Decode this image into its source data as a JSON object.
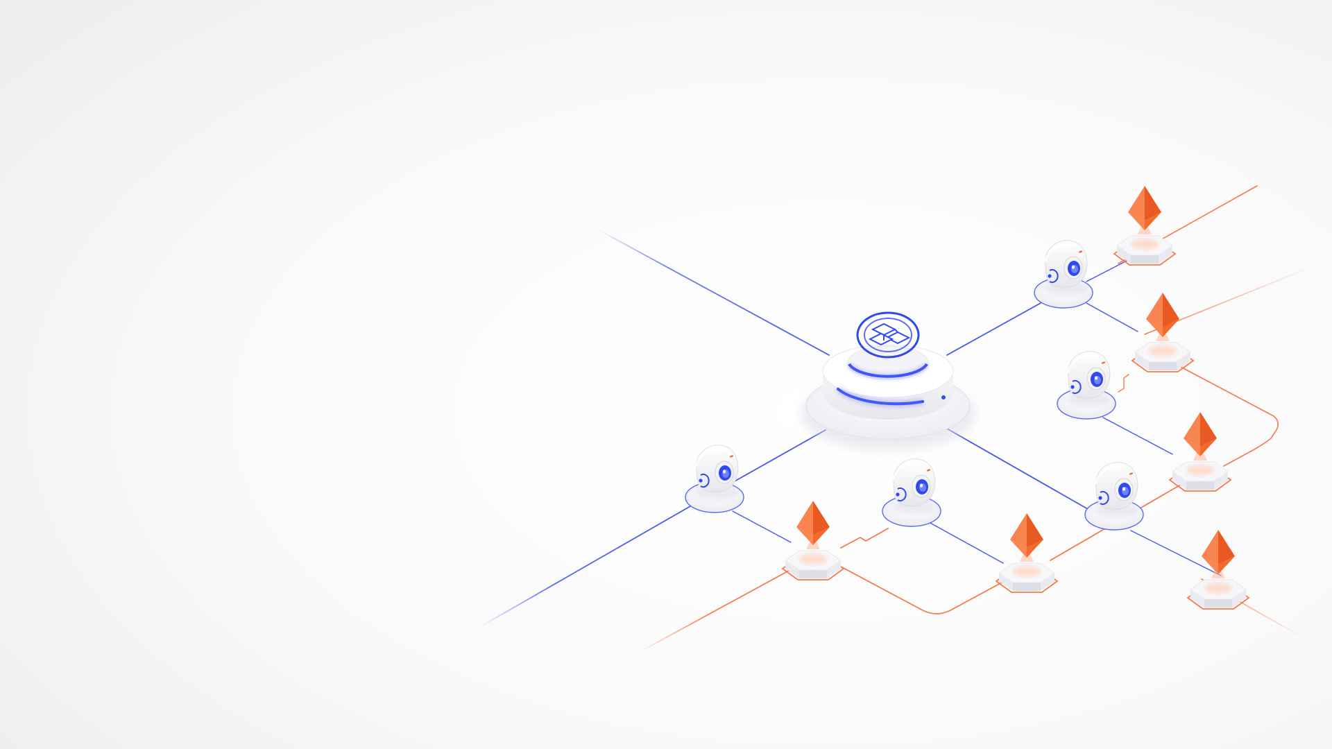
{
  "scene": {
    "background_light": "#ffffff",
    "background_shade": "#eeeeef",
    "colors": {
      "blue_line": "#4656ee",
      "orange_line": "#f47a4c",
      "blue_accent": "#2f48f0",
      "orange_accent": "#f26a2e",
      "orange_dark": "#d9531c",
      "device_white": "#fbfbfc",
      "device_shadow": "#e4e4ea"
    },
    "hub": {
      "icon": "network-hub-icon"
    },
    "cameras": [
      {
        "name": "camera-top",
        "icon": "security-camera-icon"
      },
      {
        "name": "camera-middle-right",
        "icon": "security-camera-icon"
      },
      {
        "name": "camera-left",
        "icon": "security-camera-icon"
      },
      {
        "name": "camera-center",
        "icon": "security-camera-icon"
      },
      {
        "name": "camera-lower-right",
        "icon": "security-camera-icon"
      }
    ],
    "ethereum_nodes": [
      {
        "name": "eth-node-top-right",
        "icon": "ethereum-diamond-icon"
      },
      {
        "name": "eth-node-upper-right",
        "icon": "ethereum-diamond-icon"
      },
      {
        "name": "eth-node-right",
        "icon": "ethereum-diamond-icon"
      },
      {
        "name": "eth-node-left",
        "icon": "ethereum-diamond-icon"
      },
      {
        "name": "eth-node-center",
        "icon": "ethereum-diamond-icon"
      },
      {
        "name": "eth-node-bottom-right",
        "icon": "ethereum-diamond-icon"
      }
    ]
  }
}
